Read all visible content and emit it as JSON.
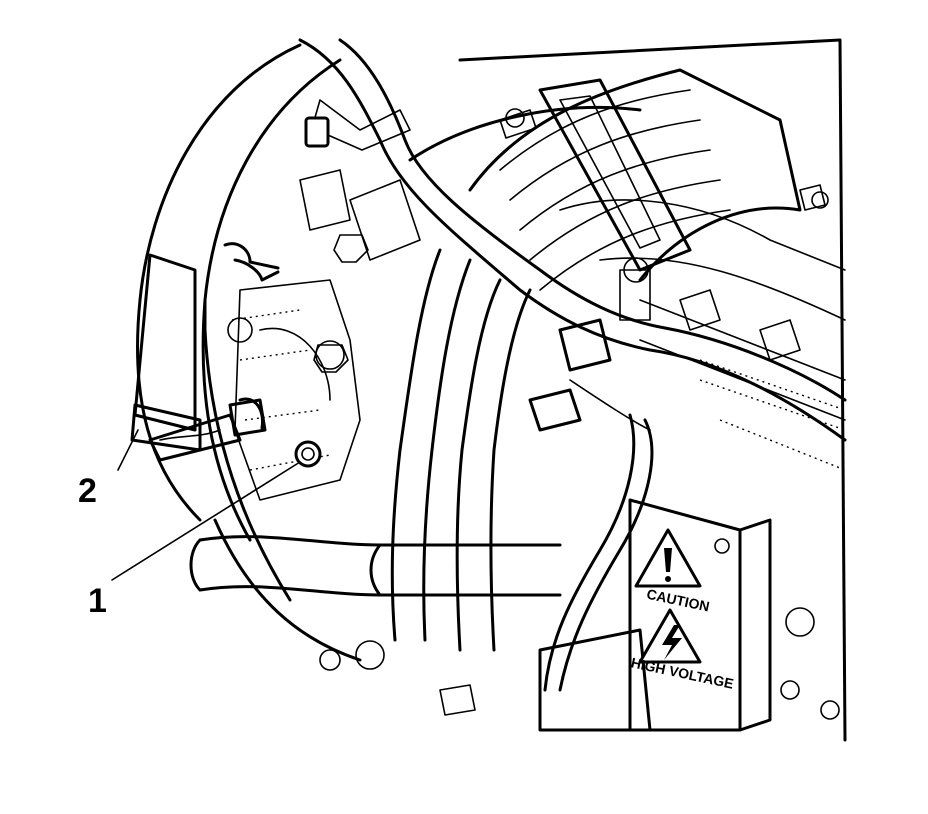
{
  "callouts": [
    {
      "number": "1",
      "label": ""
    },
    {
      "number": "2",
      "label": ""
    }
  ],
  "warning_label": {
    "caution_text": "CAUTION",
    "voltage_text": "HIGH VOLTAGE"
  },
  "colors": {
    "line": "#000000",
    "background": "#ffffff"
  }
}
